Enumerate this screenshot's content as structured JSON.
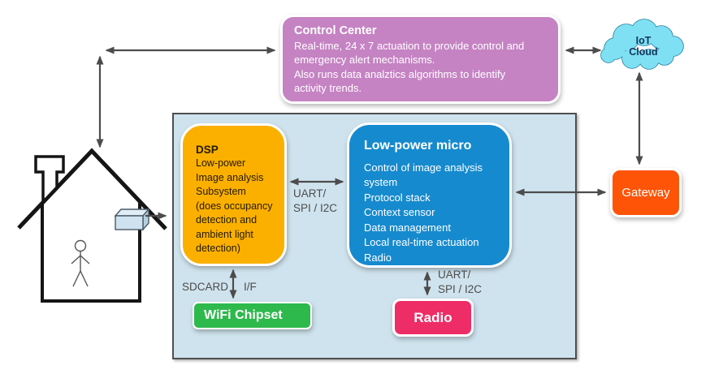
{
  "colors": {
    "control_center": "#c583c3",
    "iot_cloud": "#7fe0f4",
    "cloud_border": "#2b7f9c",
    "dsp": "#fbb000",
    "micro": "#168ace",
    "wifi": "#2eb94c",
    "radio": "#ee2d67",
    "gateway": "#fd5408",
    "container": "#cfe3ee",
    "arrow": "#4c4c4c"
  },
  "control_center": {
    "title": "Control Center",
    "lines": [
      "Real-time, 24 x 7 actuation to provide control and",
      "emergency alert mechanisms.",
      "Also runs data analztics algorithms to identify",
      "activity trends."
    ]
  },
  "iot_cloud": {
    "line1": "IoT",
    "line2": "Cloud"
  },
  "gateway": {
    "label": "Gateway"
  },
  "dsp": {
    "title": "DSP",
    "lines": [
      "Low-power",
      "Image analysis",
      "Subsystem",
      "(does occupancy",
      "detection and",
      "ambient light",
      "detection)"
    ]
  },
  "micro": {
    "title": "Low-power micro",
    "lines": [
      "Control of image analysis",
      "system",
      "Protocol stack",
      "Context sensor",
      "Data management",
      "Local real-time actuation",
      "Radio"
    ]
  },
  "wifi": {
    "label": "WiFi Chipset"
  },
  "radio": {
    "label": "Radio"
  },
  "bus_labels": {
    "dsp_micro_line1": "UART/",
    "dsp_micro_line2": "SPI / I2C",
    "sdcard": "SDCARD",
    "sdcard_if": "I/F",
    "micro_radio_line1": "UART/",
    "micro_radio_line2": "SPI / I2C"
  },
  "icons": {
    "house": "house-icon",
    "person": "person-stick-figure-icon",
    "sensor": "camera-sensor-cube-icon",
    "cloud": "iot-cloud-icon"
  }
}
